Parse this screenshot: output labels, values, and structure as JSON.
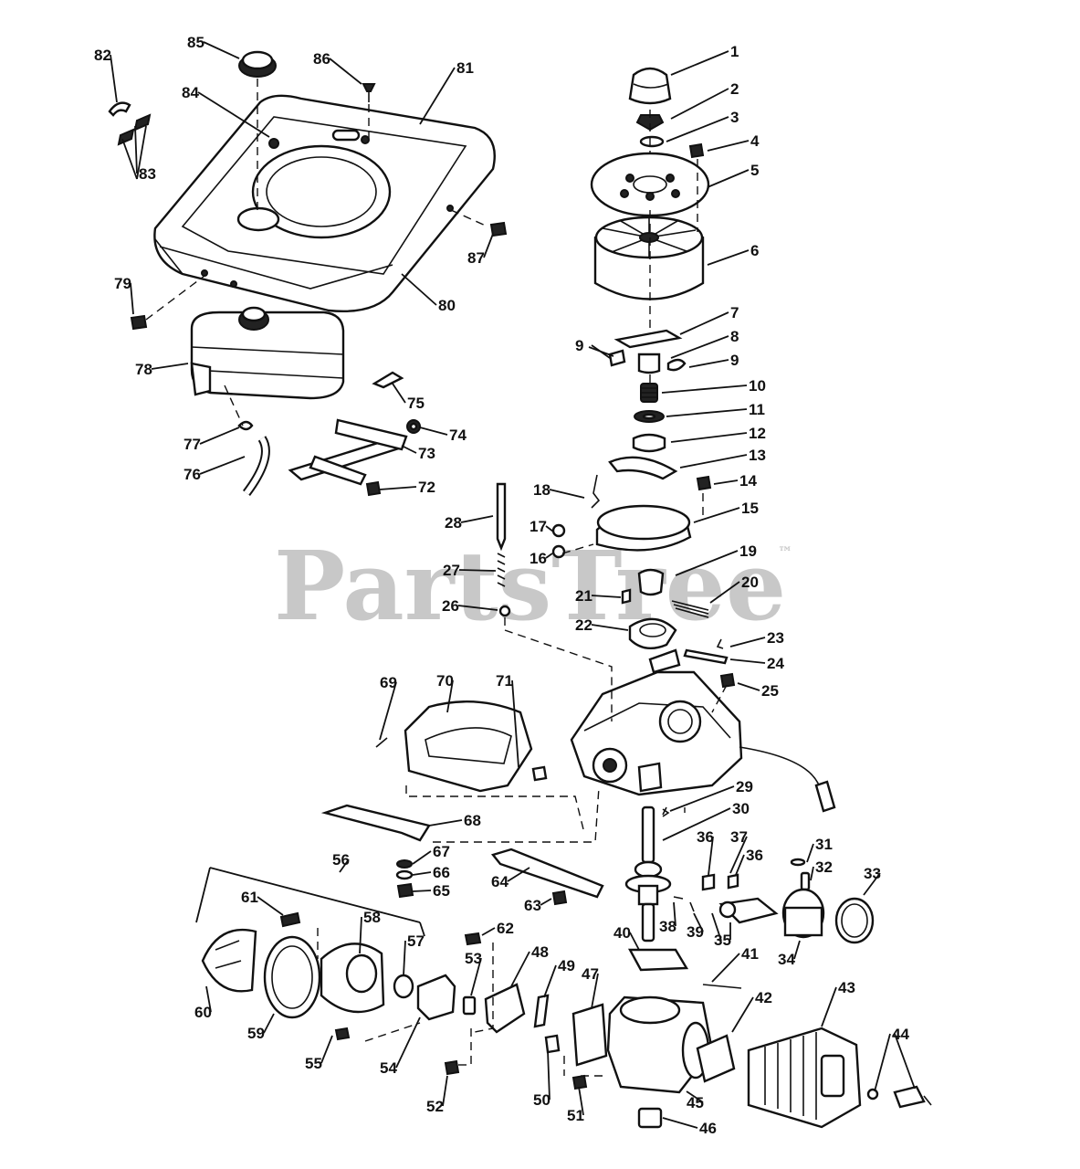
{
  "watermark": {
    "brand": "PartsTree",
    "trademark": "™"
  },
  "callouts": [
    {
      "n": "1"
    },
    {
      "n": "2"
    },
    {
      "n": "3"
    },
    {
      "n": "4"
    },
    {
      "n": "5"
    },
    {
      "n": "6"
    },
    {
      "n": "7"
    },
    {
      "n": "8"
    },
    {
      "n": "9"
    },
    {
      "n": "9"
    },
    {
      "n": "10"
    },
    {
      "n": "11"
    },
    {
      "n": "12"
    },
    {
      "n": "13"
    },
    {
      "n": "14"
    },
    {
      "n": "15"
    },
    {
      "n": "16"
    },
    {
      "n": "17"
    },
    {
      "n": "18"
    },
    {
      "n": "19"
    },
    {
      "n": "20"
    },
    {
      "n": "21"
    },
    {
      "n": "22"
    },
    {
      "n": "23"
    },
    {
      "n": "24"
    },
    {
      "n": "25"
    },
    {
      "n": "26"
    },
    {
      "n": "27"
    },
    {
      "n": "28"
    },
    {
      "n": "29"
    },
    {
      "n": "30"
    },
    {
      "n": "31"
    },
    {
      "n": "32"
    },
    {
      "n": "33"
    },
    {
      "n": "34"
    },
    {
      "n": "35"
    },
    {
      "n": "36"
    },
    {
      "n": "36"
    },
    {
      "n": "37"
    },
    {
      "n": "38"
    },
    {
      "n": "39"
    },
    {
      "n": "40"
    },
    {
      "n": "41"
    },
    {
      "n": "42"
    },
    {
      "n": "43"
    },
    {
      "n": "44"
    },
    {
      "n": "45"
    },
    {
      "n": "46"
    },
    {
      "n": "47"
    },
    {
      "n": "48"
    },
    {
      "n": "49"
    },
    {
      "n": "50"
    },
    {
      "n": "51"
    },
    {
      "n": "52"
    },
    {
      "n": "53"
    },
    {
      "n": "54"
    },
    {
      "n": "55"
    },
    {
      "n": "56"
    },
    {
      "n": "57"
    },
    {
      "n": "58"
    },
    {
      "n": "59"
    },
    {
      "n": "60"
    },
    {
      "n": "61"
    },
    {
      "n": "62"
    },
    {
      "n": "63"
    },
    {
      "n": "64"
    },
    {
      "n": "65"
    },
    {
      "n": "66"
    },
    {
      "n": "67"
    },
    {
      "n": "68"
    },
    {
      "n": "69"
    },
    {
      "n": "70"
    },
    {
      "n": "71"
    },
    {
      "n": "72"
    },
    {
      "n": "73"
    },
    {
      "n": "74"
    },
    {
      "n": "75"
    },
    {
      "n": "76"
    },
    {
      "n": "77"
    },
    {
      "n": "78"
    },
    {
      "n": "79"
    },
    {
      "n": "80"
    },
    {
      "n": "81"
    },
    {
      "n": "82"
    },
    {
      "n": "83"
    },
    {
      "n": "84"
    },
    {
      "n": "85"
    },
    {
      "n": "86"
    },
    {
      "n": "87"
    }
  ],
  "colors": {
    "ink": "#111111",
    "watermark": "#c8c8c8",
    "background": "#ffffff"
  }
}
